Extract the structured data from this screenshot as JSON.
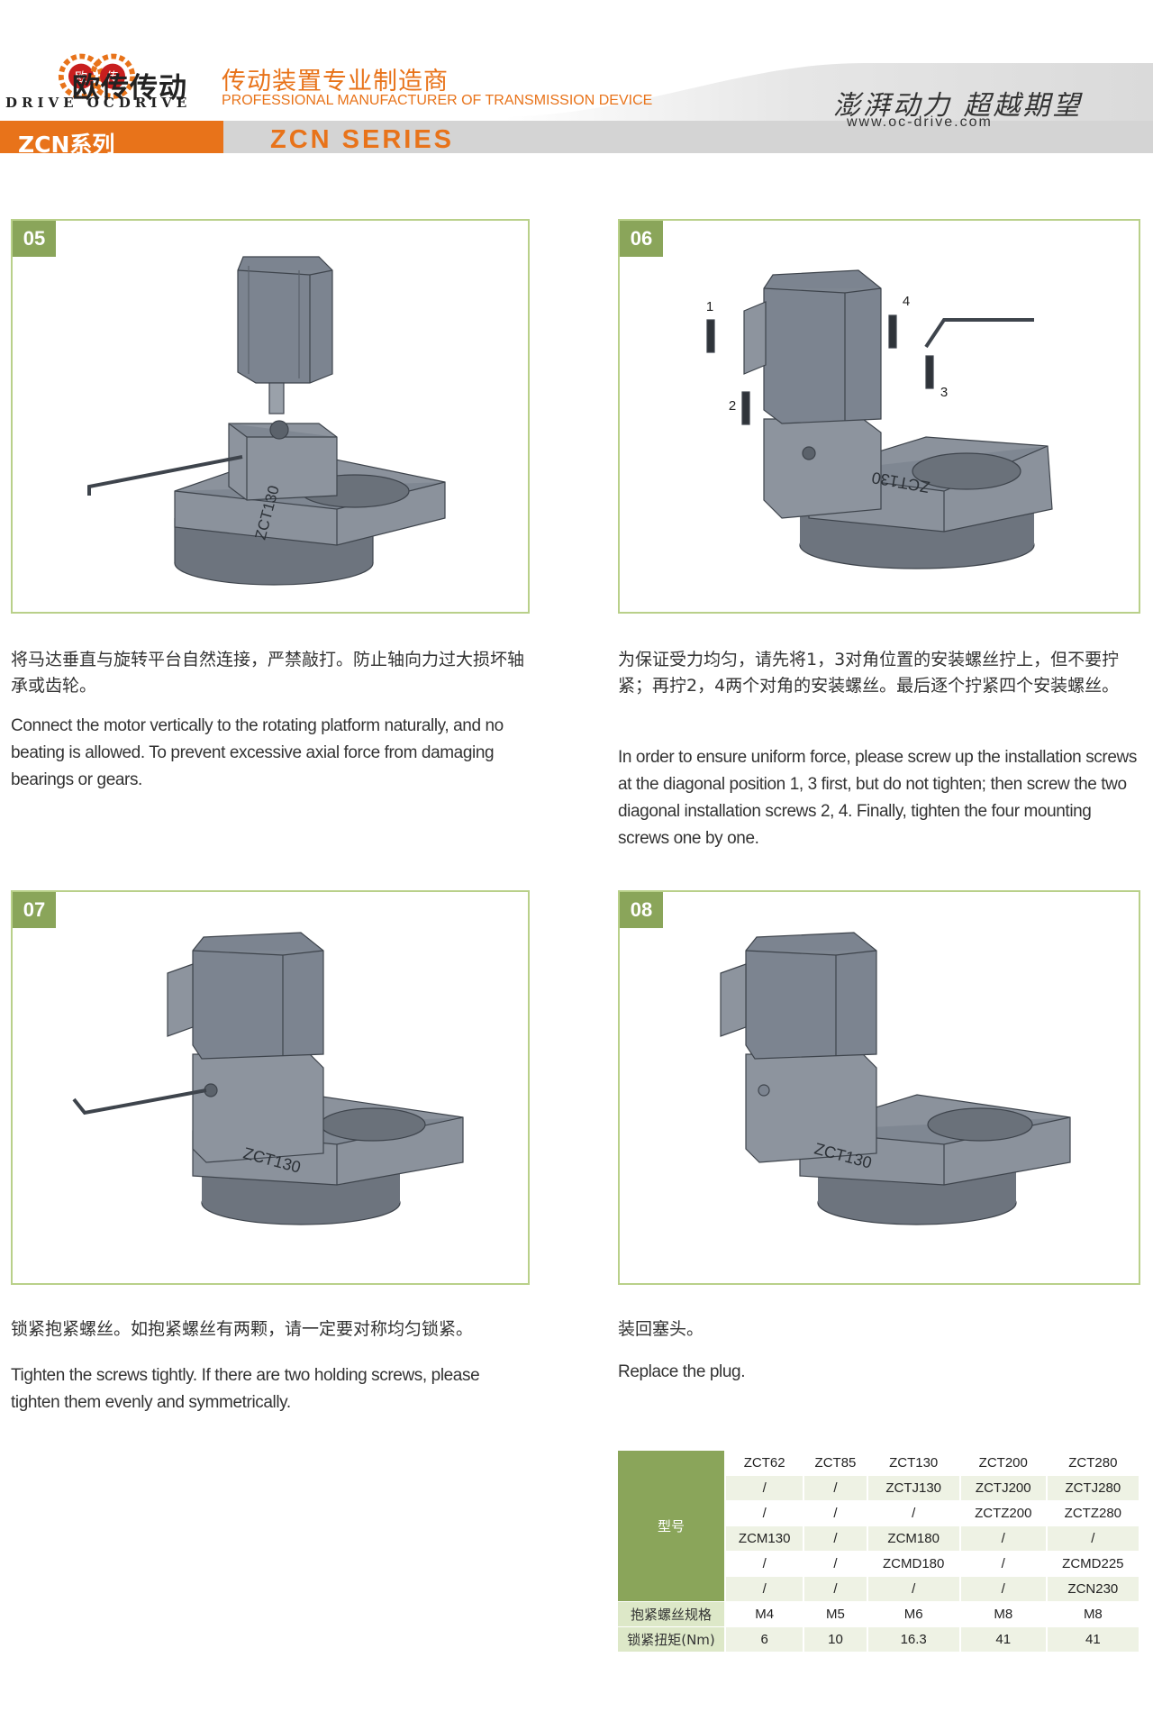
{
  "header": {
    "logo_badge_left": "欧",
    "logo_badge_right": "传",
    "brand_cn": "欧传传动",
    "brand_en": "DRIVE OCDRIVE",
    "tagline_cn": "传动装置专业制造商",
    "tagline_en": "PROFESSIONAL MANUFACTURER OF TRANSMISSION DEVICE",
    "slogan": "澎湃动力 超越期望",
    "website": "www.oc-drive.com",
    "series_cn": "ZCN系列",
    "series_en": "ZCN SERIES",
    "colors": {
      "accent": "#e8731a",
      "green": "#8aa55a",
      "border": "#b9d08a"
    }
  },
  "steps": [
    {
      "num": "05",
      "text_cn": "将马达垂直与旋转平台自然连接，严禁敲打。防止轴向力过大损坏轴承或齿轮。",
      "text_en": "Connect the motor vertically to the rotating platform naturally, and no beating is allowed. To prevent excessive axial force from damaging bearings or gears.",
      "model_label": "ZCT130"
    },
    {
      "num": "06",
      "text_cn": "为保证受力均匀，请先将1，3对角位置的安装螺丝拧上，但不要拧紧；再拧2，4两个对角的安装螺丝。最后逐个拧紧四个安装螺丝。",
      "text_en": "In order to ensure uniform force, please screw up the installation screws at the diagonal position 1, 3 first, but do not tighten; then screw the two diagonal installation screws 2, 4. Finally, tighten the four mounting screws one by one.",
      "model_label": "ZCT130",
      "screw_labels": [
        "1",
        "2",
        "3",
        "4"
      ]
    },
    {
      "num": "07",
      "text_cn": "锁紧抱紧螺丝。如抱紧螺丝有两颗，请一定要对称均匀锁紧。",
      "text_en": "Tighten the screws tightly. If there are two holding screws, please tighten them evenly and symmetrically.",
      "model_label": "ZCT130"
    },
    {
      "num": "08",
      "text_cn": "装回塞头。",
      "text_en": "Replace the plug.",
      "model_label": "ZCT130"
    }
  ],
  "spec_table": {
    "model_header": "型号",
    "rows": [
      [
        "ZCT62",
        "ZCT85",
        "ZCT130",
        "ZCT200",
        "ZCT280"
      ],
      [
        "/",
        "/",
        "ZCTJ130",
        "ZCTJ200",
        "ZCTJ280"
      ],
      [
        "/",
        "/",
        "/",
        "ZCTZ200",
        "ZCTZ280"
      ],
      [
        "ZCM130",
        "/",
        "ZCM180",
        "/",
        "/"
      ],
      [
        "/",
        "/",
        "ZCMD180",
        "/",
        "ZCMD225"
      ],
      [
        "/",
        "/",
        "/",
        "/",
        "ZCN230"
      ]
    ],
    "screw_spec_label": "抱紧螺丝规格",
    "screw_spec": [
      "M4",
      "M5",
      "M6",
      "M8",
      "M8"
    ],
    "torque_label": "锁紧扭矩(Nm)",
    "torque": [
      "6",
      "10",
      "16.3",
      "41",
      "41"
    ]
  }
}
